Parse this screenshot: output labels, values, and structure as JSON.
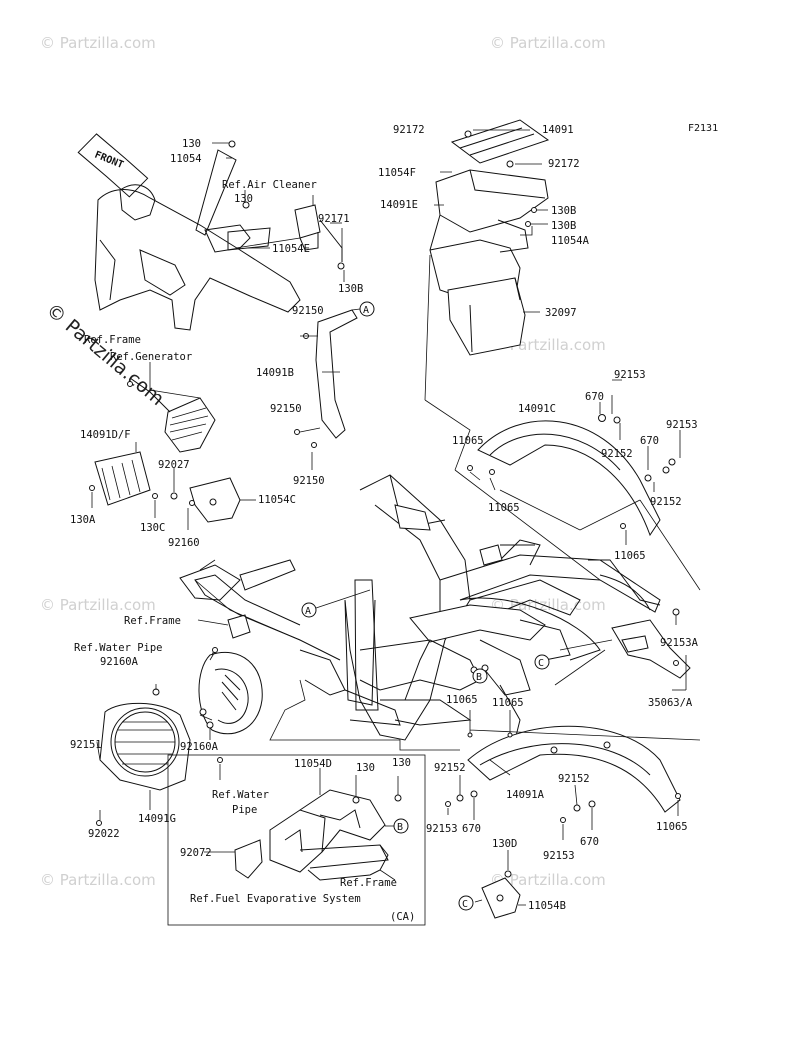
{
  "diagram": {
    "figure_id": "F2131",
    "front_arrow": "FRONT",
    "watermark_small": "© Partzilla.com",
    "watermark_large": "© Partzilla.com",
    "callout_a": "A",
    "callout_b": "B",
    "callout_c": "C",
    "inset_note": "(CA)",
    "labels": {
      "p130_top": "130",
      "p11054_top": "11054",
      "ref_air_cleaner": "Ref.Air Cleaner",
      "p130_mid": "130",
      "p92171": "92171",
      "p11054e": "11054E",
      "p130b_left": "130B",
      "p92150_a": "92150",
      "p14091b": "14091B",
      "p92150_b": "92150",
      "p92150_c": "92150",
      "ref_frame_top": "Ref.Frame",
      "ref_generator": "Ref.Generator",
      "p14091df": "14091D/F",
      "p92027": "92027",
      "p11054c": "11054C",
      "p130a": "130A",
      "p130c": "130C",
      "p92160": "92160",
      "p92172_a": "92172",
      "p14091": "14091",
      "p92172_b": "92172",
      "p11054f": "11054F",
      "p14091e": "14091E",
      "p130b_r1": "130B",
      "p130b_r2": "130B",
      "p11054a": "11054A",
      "p32097": "32097",
      "p92153_a": "92153",
      "p670_a": "670",
      "p14091c": "14091C",
      "p92152_a": "92152",
      "p670_b": "670",
      "p92153_b": "92153",
      "p11065_a": "11065",
      "p11065_b": "11065",
      "p92152_b": "92152",
      "p11065_c": "11065",
      "ref_frame_mid": "Ref.Frame",
      "ref_water_pipe_top": "Ref.Water Pipe",
      "p92160a_top": "92160A",
      "p92153a": "92153A",
      "p35063a": "35063/A",
      "p92151": "92151",
      "p92160a_bot": "92160A",
      "p92022": "92022",
      "p14091g": "14091G",
      "ref_water_pipe_bot1": "Ref.Water",
      "ref_water_pipe_bot2": "Pipe",
      "p11065_d": "11065",
      "p11065_e": "11065",
      "p92152_c": "92152",
      "p14091a": "14091A",
      "p92152_d": "92152",
      "p92153_c": "92153",
      "p670_c": "670",
      "p670_d": "670",
      "p92153_d": "92153",
      "p11065_f": "11065",
      "p11054d": "11054D",
      "p130_i1": "130",
      "p130_i2": "130",
      "p92072": "92072",
      "ref_frame_inset": "Ref.Frame",
      "ref_fuel_evap": "Ref.Fuel Evaporative System",
      "p130d": "130D",
      "p11054b": "11054B"
    }
  }
}
